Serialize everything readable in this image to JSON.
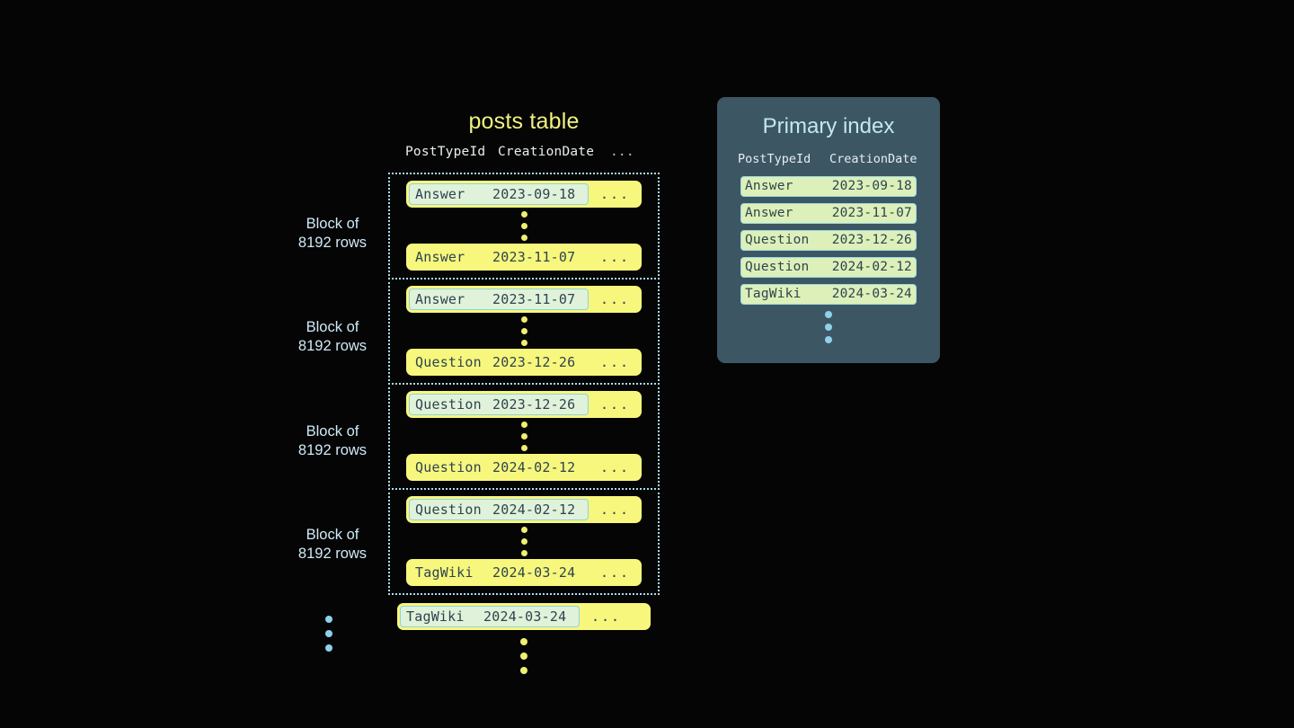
{
  "posts_table": {
    "title": "posts table",
    "columns": [
      "PostTypeId",
      "CreationDate",
      "..."
    ],
    "row_ellipsis_label": "...",
    "blocks": [
      {
        "label_line1": "Block of",
        "label_line2": "8192 rows",
        "first_row": {
          "type": "Answer",
          "date": "2023-09-18",
          "more": "...",
          "keyed": true
        },
        "last_row": {
          "type": "Answer",
          "date": "2023-11-07",
          "more": "...",
          "keyed": false
        }
      },
      {
        "label_line1": "Block of",
        "label_line2": "8192 rows",
        "first_row": {
          "type": "Answer",
          "date": "2023-11-07",
          "more": "...",
          "keyed": true
        },
        "last_row": {
          "type": "Question",
          "date": "2023-12-26",
          "more": "...",
          "keyed": false
        }
      },
      {
        "label_line1": "Block of",
        "label_line2": "8192 rows",
        "first_row": {
          "type": "Question",
          "date": "2023-12-26",
          "more": "...",
          "keyed": true
        },
        "last_row": {
          "type": "Question",
          "date": "2024-02-12",
          "more": "...",
          "keyed": false
        }
      },
      {
        "label_line1": "Block of",
        "label_line2": "8192 rows",
        "first_row": {
          "type": "Question",
          "date": "2024-02-12",
          "more": "...",
          "keyed": true
        },
        "last_row": {
          "type": "TagWiki",
          "date": "2024-03-24",
          "more": "...",
          "keyed": false
        }
      }
    ],
    "tail_row": {
      "type": "TagWiki",
      "date": "2024-03-24",
      "more": "...",
      "keyed": true
    }
  },
  "primary_index": {
    "title": "Primary index",
    "columns": [
      "PostTypeId",
      "CreationDate"
    ],
    "rows": [
      {
        "type": "Answer",
        "date": "2023-09-18"
      },
      {
        "type": "Answer",
        "date": "2023-11-07"
      },
      {
        "type": "Question",
        "date": "2023-12-26"
      },
      {
        "type": "Question",
        "date": "2024-02-12"
      },
      {
        "type": "TagWiki",
        "date": "2024-03-24"
      }
    ]
  },
  "colors": {
    "background": "#050505",
    "row_yellow": "#f7f77d",
    "key_highlight": "#e0f2da",
    "key_border": "#8fd3dd",
    "panel_slate": "#3d5663",
    "accent_blue": "#8ed2ea",
    "title_yellow": "#f2f27f",
    "title_blue": "#c2e7f5",
    "text_dark": "#2e4450"
  }
}
